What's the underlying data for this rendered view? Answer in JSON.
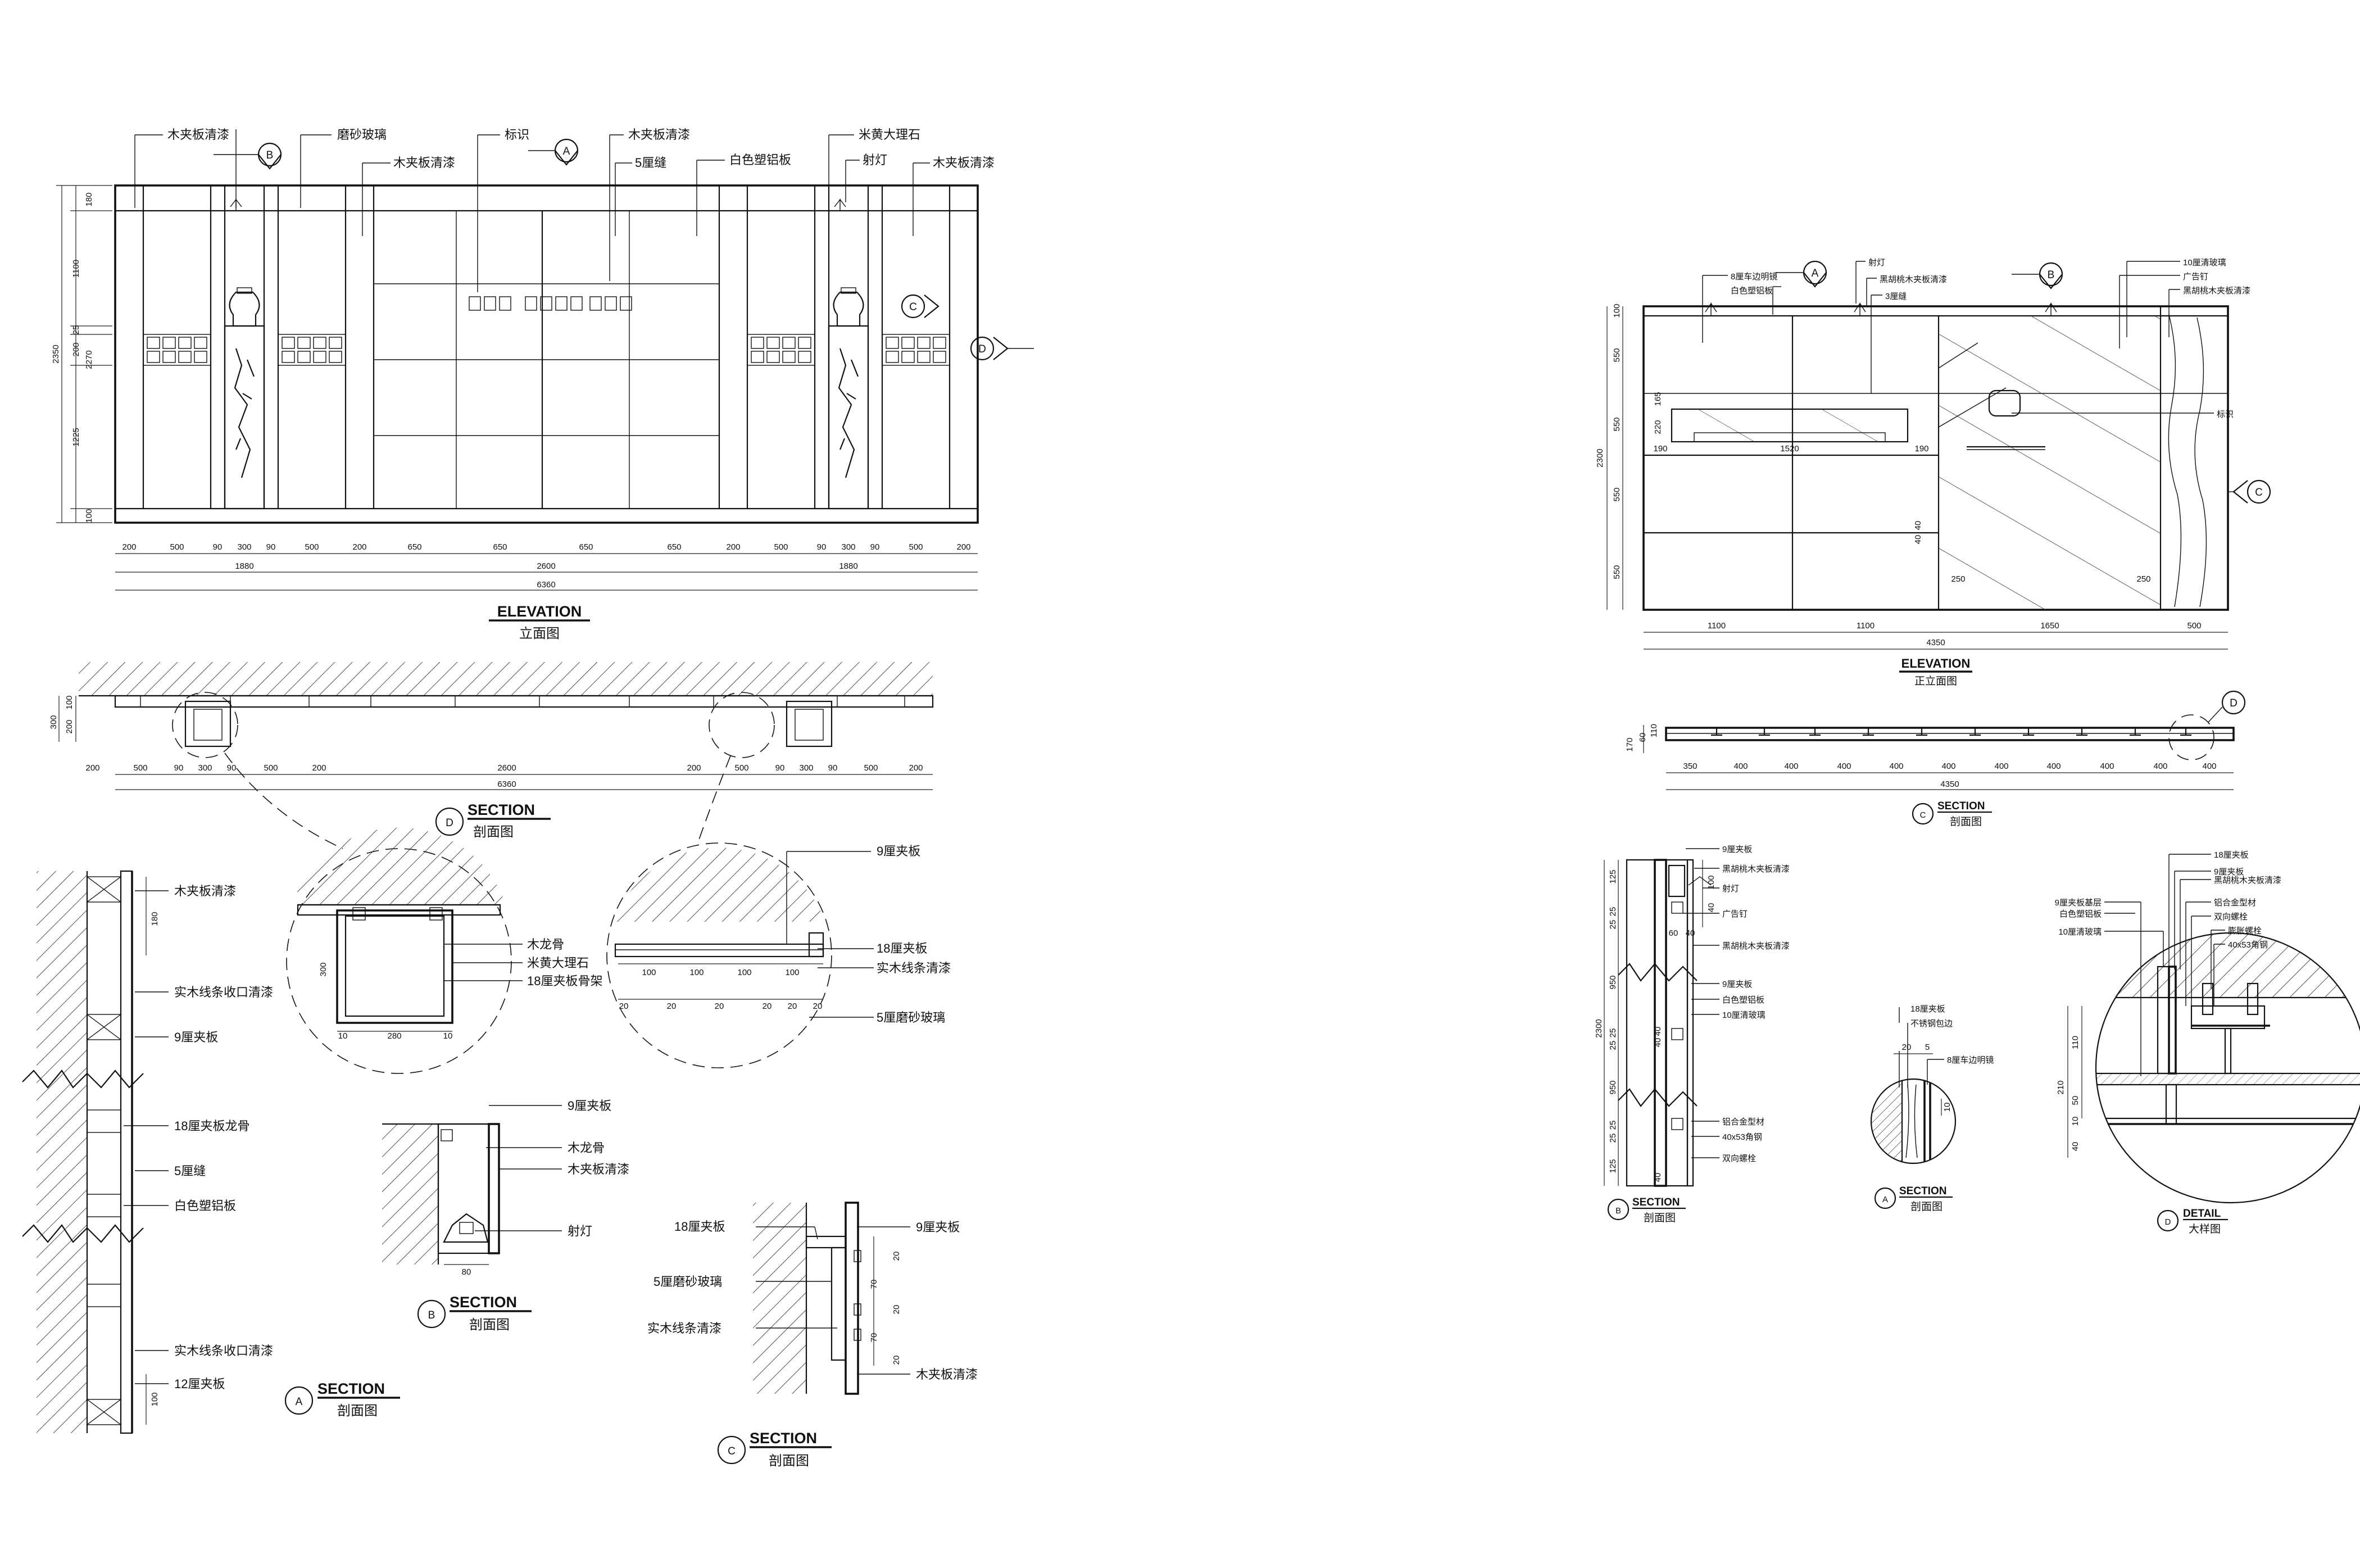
{
  "elevation": {
    "title": "ELEVATION",
    "subtitle": "立面图",
    "callouts": [
      "木夹板清漆",
      "磨砂玻璃",
      "木夹板清漆",
      "标识",
      "木夹板清漆",
      "5厘缝",
      "白色塑铝板",
      "米黄大理石",
      "射灯",
      "木夹板清漆"
    ],
    "vdims": [
      "180",
      "1100",
      "25",
      "200",
      "1225",
      "100",
      "2350",
      "2270"
    ],
    "hdims_row1": [
      "200",
      "500",
      "90",
      "300",
      "90",
      "500",
      "200",
      "650",
      "650",
      "650",
      "650",
      "200",
      "500",
      "90",
      "300",
      "90",
      "500",
      "200"
    ],
    "hdims_row2": [
      "1880",
      "2600",
      "1880"
    ],
    "hdims_row3": [
      "6360"
    ],
    "markers": [
      "B",
      "A",
      "C",
      "D"
    ]
  },
  "section_d": {
    "title": "SECTION",
    "subtitle": "剖面图",
    "marker": "D",
    "vdims": [
      "300",
      "200",
      "100"
    ],
    "hdims": [
      "200",
      "500",
      "90",
      "300",
      "90",
      "500",
      "200",
      "2600",
      "200",
      "500",
      "90",
      "300",
      "90",
      "500",
      "200"
    ],
    "total": "6360"
  },
  "detail_left": {
    "labels": [
      "木龙骨",
      "米黄大理石",
      "18厘夹板骨架"
    ],
    "dims": [
      "300",
      "10",
      "280",
      "10"
    ]
  },
  "detail_right": {
    "labels": [
      "9厘夹板",
      "18厘夹板",
      "实木线条清漆",
      "5厘磨砂玻璃"
    ],
    "dims_top": [
      "100",
      "100",
      "100",
      "100"
    ],
    "dims_bottom": [
      "20",
      "20",
      "20",
      "20",
      "20",
      "20"
    ]
  },
  "section_a": {
    "title": "SECTION",
    "subtitle": "剖面图",
    "marker": "A",
    "labels": [
      "木夹板清漆",
      "实木线条收口清漆",
      "9厘夹板",
      "18厘夹板龙骨",
      "5厘缝",
      "白色塑铝板",
      "实木线条收口清漆",
      "12厘夹板"
    ],
    "dims": [
      "180",
      "100"
    ]
  },
  "section_b": {
    "title": "SECTION",
    "subtitle": "剖面图",
    "marker": "B",
    "labels": [
      "9厘夹板",
      "木龙骨",
      "木夹板清漆",
      "射灯"
    ],
    "dims": [
      "80"
    ]
  },
  "section_c": {
    "title": "SECTION",
    "subtitle": "剖面图",
    "marker": "C",
    "labels": [
      "18厘夹板",
      "5厘磨砂玻璃",
      "实木线条清漆",
      "9厘夹板",
      "木夹板清漆"
    ],
    "dims": [
      "20",
      "70",
      "20",
      "70",
      "20"
    ]
  },
  "front_elevation": {
    "title": "ELEVATION",
    "subtitle": "正立面图",
    "callouts": [
      "8厘车边明镜",
      "白色塑铝板",
      "射灯",
      "黑胡桃木夹板清漆",
      "3厘缝",
      "10厘清玻璃",
      "广告钉",
      "黑胡桃木夹板清漆",
      "标识"
    ],
    "vdims": [
      "100",
      "550",
      "550",
      "550",
      "550",
      "2300",
      "220",
      "165"
    ],
    "inner_dims": [
      "190",
      "1520",
      "190",
      "40",
      "40",
      "250",
      "250"
    ],
    "hdims_row1": [
      "1100",
      "1100",
      "1650",
      "500"
    ],
    "hdims_row2": [
      "4350"
    ],
    "markers": [
      "A",
      "B",
      "C"
    ]
  },
  "section_c2": {
    "title": "SECTION",
    "subtitle": "剖面图",
    "marker": "C",
    "detail_marker": "D",
    "vdims": [
      "170",
      "60",
      "110"
    ],
    "hdims": [
      "350",
      "400",
      "400",
      "400",
      "400",
      "400",
      "400",
      "400",
      "400",
      "400",
      "400"
    ],
    "total": "4350"
  },
  "section_b2": {
    "title": "SECTION",
    "subtitle": "剖面图",
    "marker": "B",
    "labels": [
      "9厘夹板",
      "黑胡桃木夹板清漆",
      "射灯",
      "广告钉",
      "黑胡桃木夹板清漆",
      "9厘夹板",
      "白色塑铝板",
      "10厘清玻璃",
      "铝合金型材",
      "40x53角钢",
      "双向螺栓"
    ],
    "vdims": [
      "125",
      "25",
      "25",
      "950",
      "25",
      "25",
      "950",
      "25",
      "25",
      "125",
      "2300"
    ],
    "dims": [
      "100",
      "40",
      "60",
      "40",
      "40",
      "40",
      "40"
    ]
  },
  "section_a2": {
    "title": "SECTION",
    "subtitle": "剖面图",
    "marker": "A",
    "labels": [
      "18厘夹板",
      "不锈钢包边",
      "8厘车边明镜"
    ],
    "dims": [
      "20",
      "5",
      "10"
    ]
  },
  "detail_d2": {
    "title": "DETAIL",
    "subtitle": "大样图",
    "marker": "D",
    "labels": [
      "18厘夹板",
      "9厘夹板",
      "黑胡桃木夹板清漆",
      "铝合金型材",
      "双向螺栓",
      "膨胀螺栓",
      "40x53角钢",
      "9厘夹板基层",
      "白色塑铝板",
      "10厘清玻璃"
    ],
    "vdims": [
      "110",
      "210",
      "50",
      "10",
      "40"
    ]
  }
}
